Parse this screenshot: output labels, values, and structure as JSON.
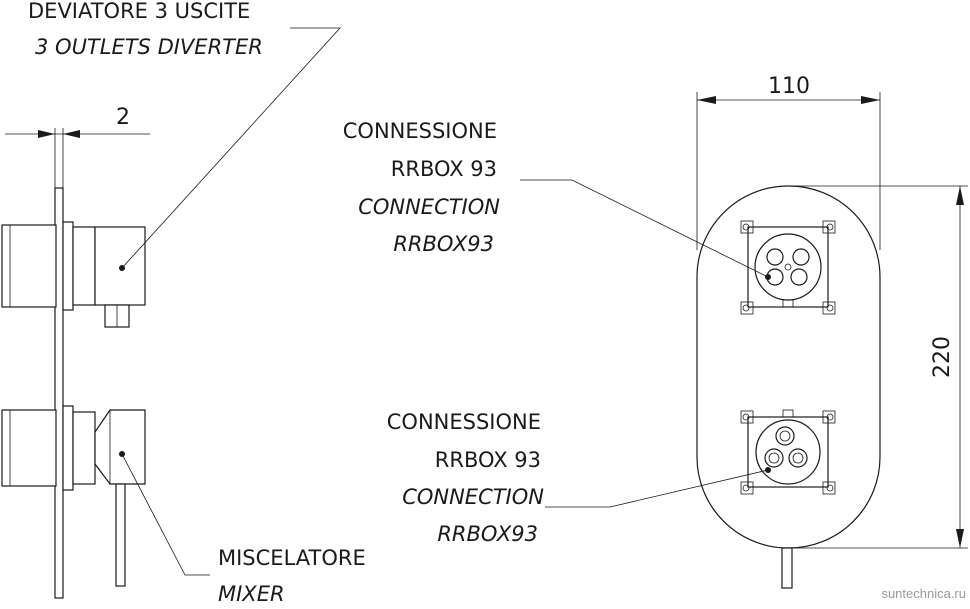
{
  "labels": {
    "diverter_it": "DEVIATORE 3 USCITE",
    "diverter_en": "3 OUTLETS DIVERTER",
    "mixer_it": "MISCELATORE",
    "mixer_en": "MIXER",
    "conn_top_it_1": "CONNESSIONE",
    "conn_top_it_2": "RRBOX 93",
    "conn_top_en_1": "CONNECTION",
    "conn_top_en_2": "RRBOX93",
    "conn_bot_it_1": "CONNESSIONE",
    "conn_bot_it_2": "RRBOX 93",
    "conn_bot_en_1": "CONNECTION",
    "conn_bot_en_2": "RRBOX93"
  },
  "dimensions": {
    "thickness": "2",
    "width": "110",
    "height": "220"
  },
  "watermark": "suntechnica.ru"
}
